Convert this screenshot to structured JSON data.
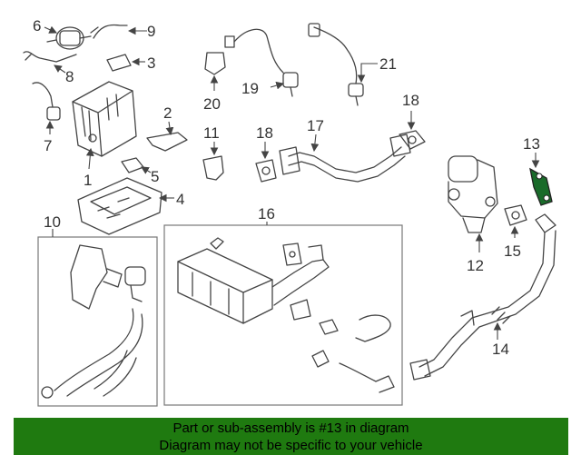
{
  "callouts": {
    "c1": "1",
    "c2": "2",
    "c3": "3",
    "c4": "4",
    "c5": "5",
    "c6": "6",
    "c7": "7",
    "c8": "8",
    "c9": "9",
    "c10": "10",
    "c11": "11",
    "c12": "12",
    "c13": "13",
    "c14": "14",
    "c15": "15",
    "c16": "16",
    "c17": "17",
    "c18a": "18",
    "c18b": "18",
    "c19": "19",
    "c20": "20",
    "c21": "21"
  },
  "highlight": {
    "part": "13",
    "color": "#1a6b2a"
  },
  "banner": {
    "line1": "Part or sub-assembly is #13 in diagram",
    "line2": "Diagram may not be specific to your vehicle",
    "background": "#1f7a10"
  }
}
